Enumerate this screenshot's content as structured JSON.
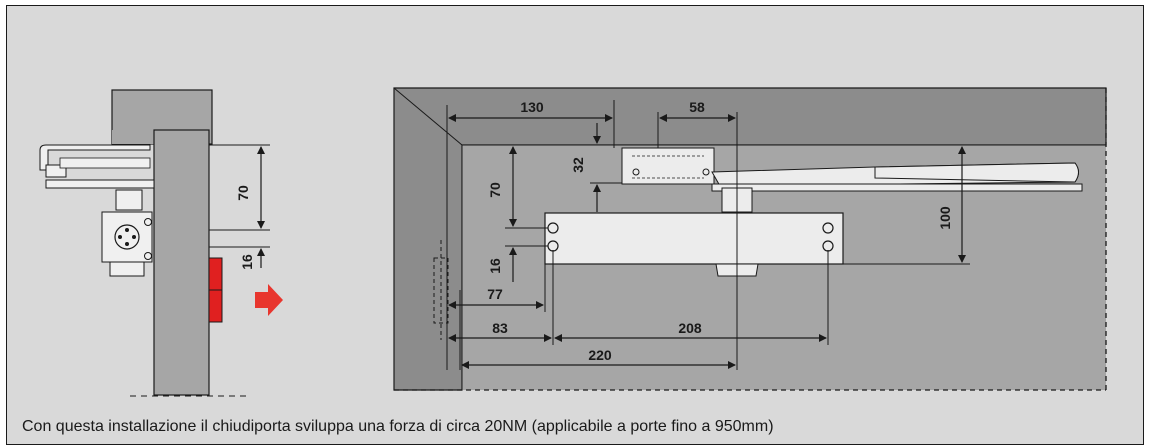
{
  "caption": "Con questa installazione il chiudiporta sviluppa una forza di circa 20NM (applicabile a porte fino a 950mm)",
  "side_view": {
    "dim_top": "70",
    "dim_bottom": "16"
  },
  "front_view": {
    "dim_130": "130",
    "dim_58": "58",
    "dim_32": "32",
    "dim_70": "70",
    "dim_16": "16",
    "dim_100": "100",
    "dim_77": "77",
    "dim_83": "83",
    "dim_208": "208",
    "dim_220": "220"
  },
  "colors": {
    "background": "#d9d9d9",
    "frame_dark": "#8c8c8c",
    "door_leaf": "#a6a6a6",
    "closer_body": "#ececec",
    "stop_red": "#e02020",
    "arrow_red": "#e8362e",
    "line": "#1a1a1a"
  }
}
